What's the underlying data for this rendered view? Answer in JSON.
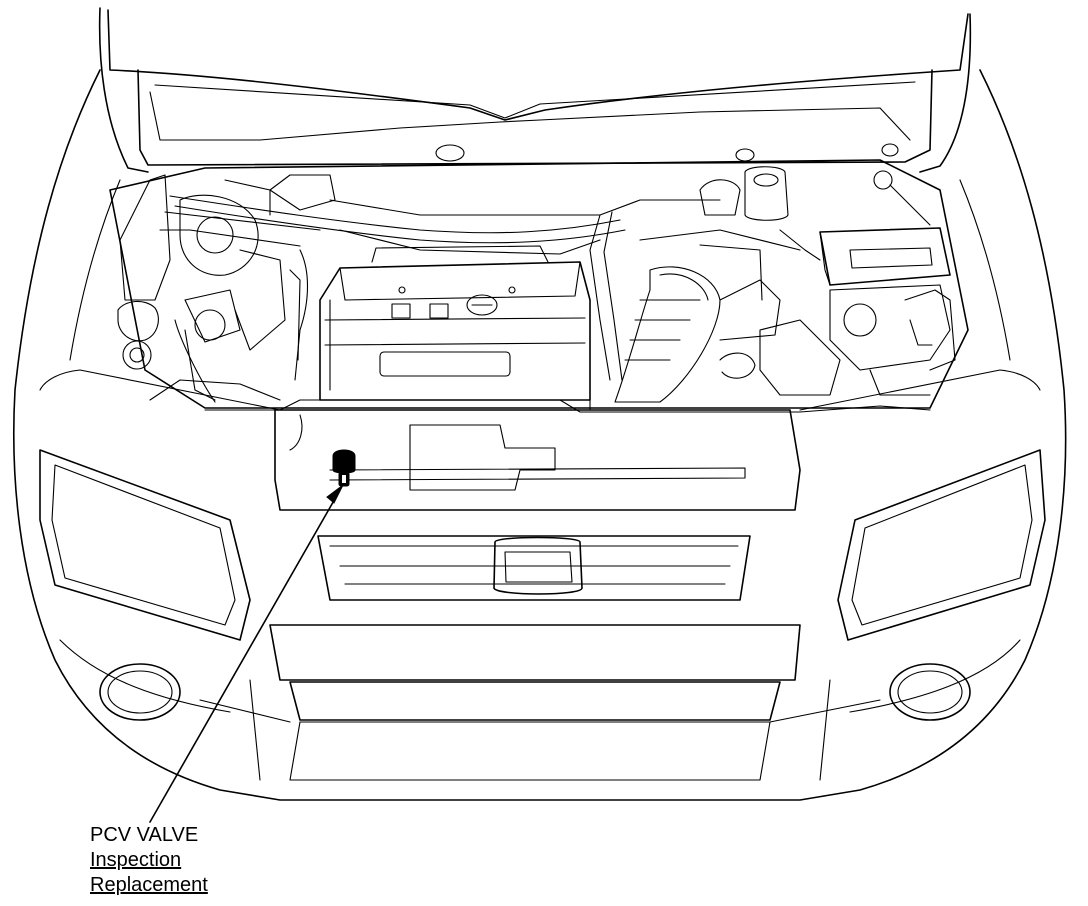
{
  "callout": {
    "title": "PCV VALVE",
    "links": [
      "Inspection",
      "Replacement"
    ]
  },
  "colors": {
    "line": "#000000",
    "background": "#ffffff"
  }
}
